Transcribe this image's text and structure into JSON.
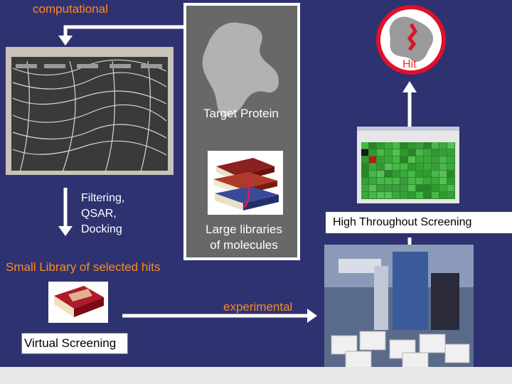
{
  "labels": {
    "computational": "computational",
    "target_protein": "Target Protein",
    "hit": "Hit",
    "filtering": "Filtering,\nQSAR,\nDocking",
    "large_libraries": "Large libraries\nof molecules",
    "small_library": "Small Library of selected hits",
    "experimental": "experimental",
    "virtual_screening": "Virtual Screening",
    "high_throughput": "High Throughout Screening"
  },
  "colors": {
    "background": "#2e3270",
    "accent_orange": "#ff8a1e",
    "hit_red": "#e0102a",
    "protein_gray": "#b0b0b0",
    "panel_gray": "#686868"
  },
  "icons": [
    "cluster-photo",
    "protein-shape-icon",
    "books-icon",
    "book-icon",
    "heatmap-screenshot",
    "robot-lab-photo"
  ]
}
